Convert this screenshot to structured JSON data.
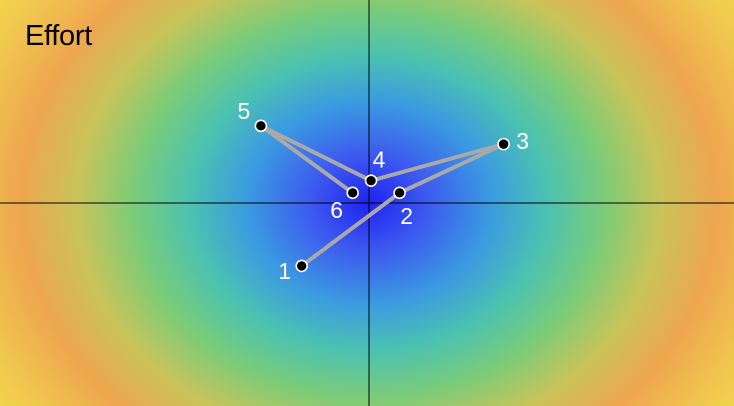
{
  "title": "Effort",
  "colors": {
    "path": "#a9a9a9",
    "axis": "#000000",
    "point_fill": "#000000",
    "point_ring": "#ffffff",
    "label": "#ffffff"
  },
  "points": [
    {
      "label": "1",
      "x": -0.33,
      "y": -0.31
    },
    {
      "label": "2",
      "x": 0.15,
      "y": 0.05
    },
    {
      "label": "3",
      "x": 0.66,
      "y": 0.29
    },
    {
      "label": "4",
      "x": 0.01,
      "y": 0.11
    },
    {
      "label": "5",
      "x": -0.53,
      "y": 0.38
    },
    {
      "label": "6",
      "x": -0.08,
      "y": 0.05
    }
  ]
}
